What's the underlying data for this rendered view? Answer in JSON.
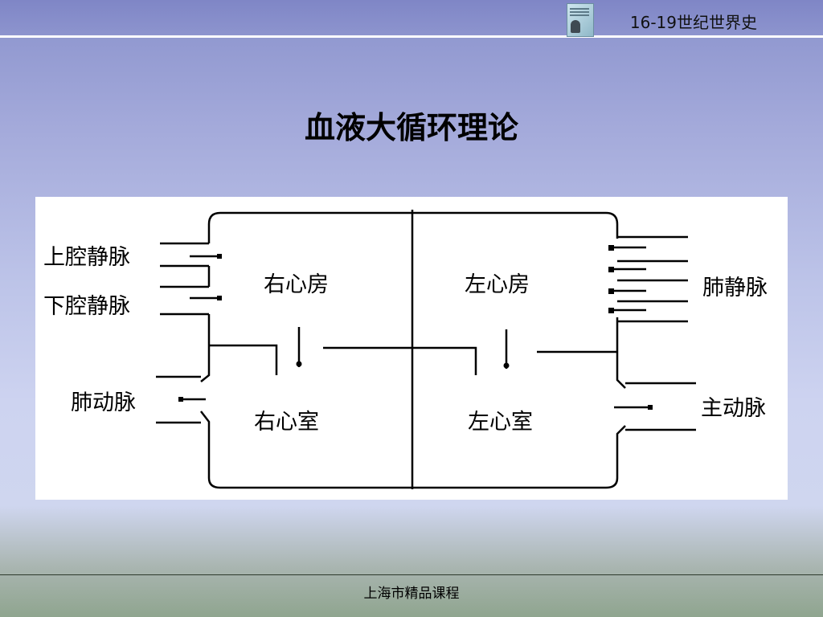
{
  "header": {
    "course_title": "16-19世纪世界史"
  },
  "slide": {
    "title": "血液大循环理论"
  },
  "diagram": {
    "chambers": {
      "right_atrium": "右心房",
      "right_ventricle": "右心室",
      "left_atrium": "左心房",
      "left_ventricle": "左心室"
    },
    "vessels": {
      "superior_vena_cava": "上腔静脉",
      "inferior_vena_cava": "下腔静脉",
      "pulmonary_artery": "肺动脉",
      "pulmonary_vein": "肺静脉",
      "aorta": "主动脉"
    }
  },
  "footer": {
    "text": "上海市精品课程"
  }
}
